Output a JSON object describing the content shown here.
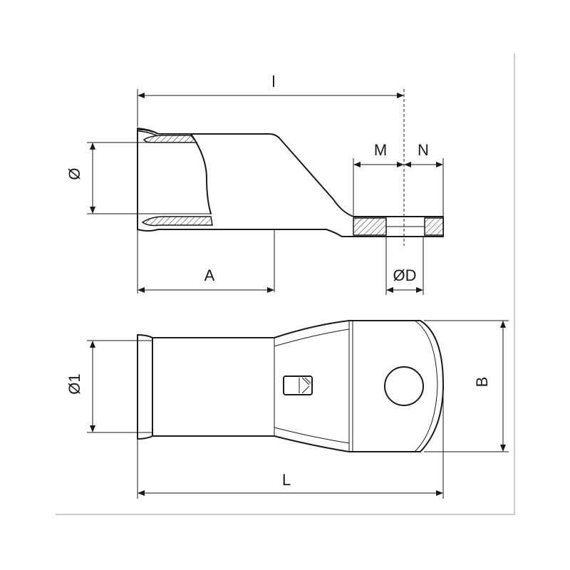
{
  "dimensions": {
    "l_overall_top": "l",
    "diameter_top": "Ø",
    "a_length": "A",
    "m_length": "M",
    "n_length": "N",
    "hole_diameter": "ØD",
    "diameter_1": "Ø1",
    "b_width": "B",
    "l_overall_bottom": "L"
  }
}
